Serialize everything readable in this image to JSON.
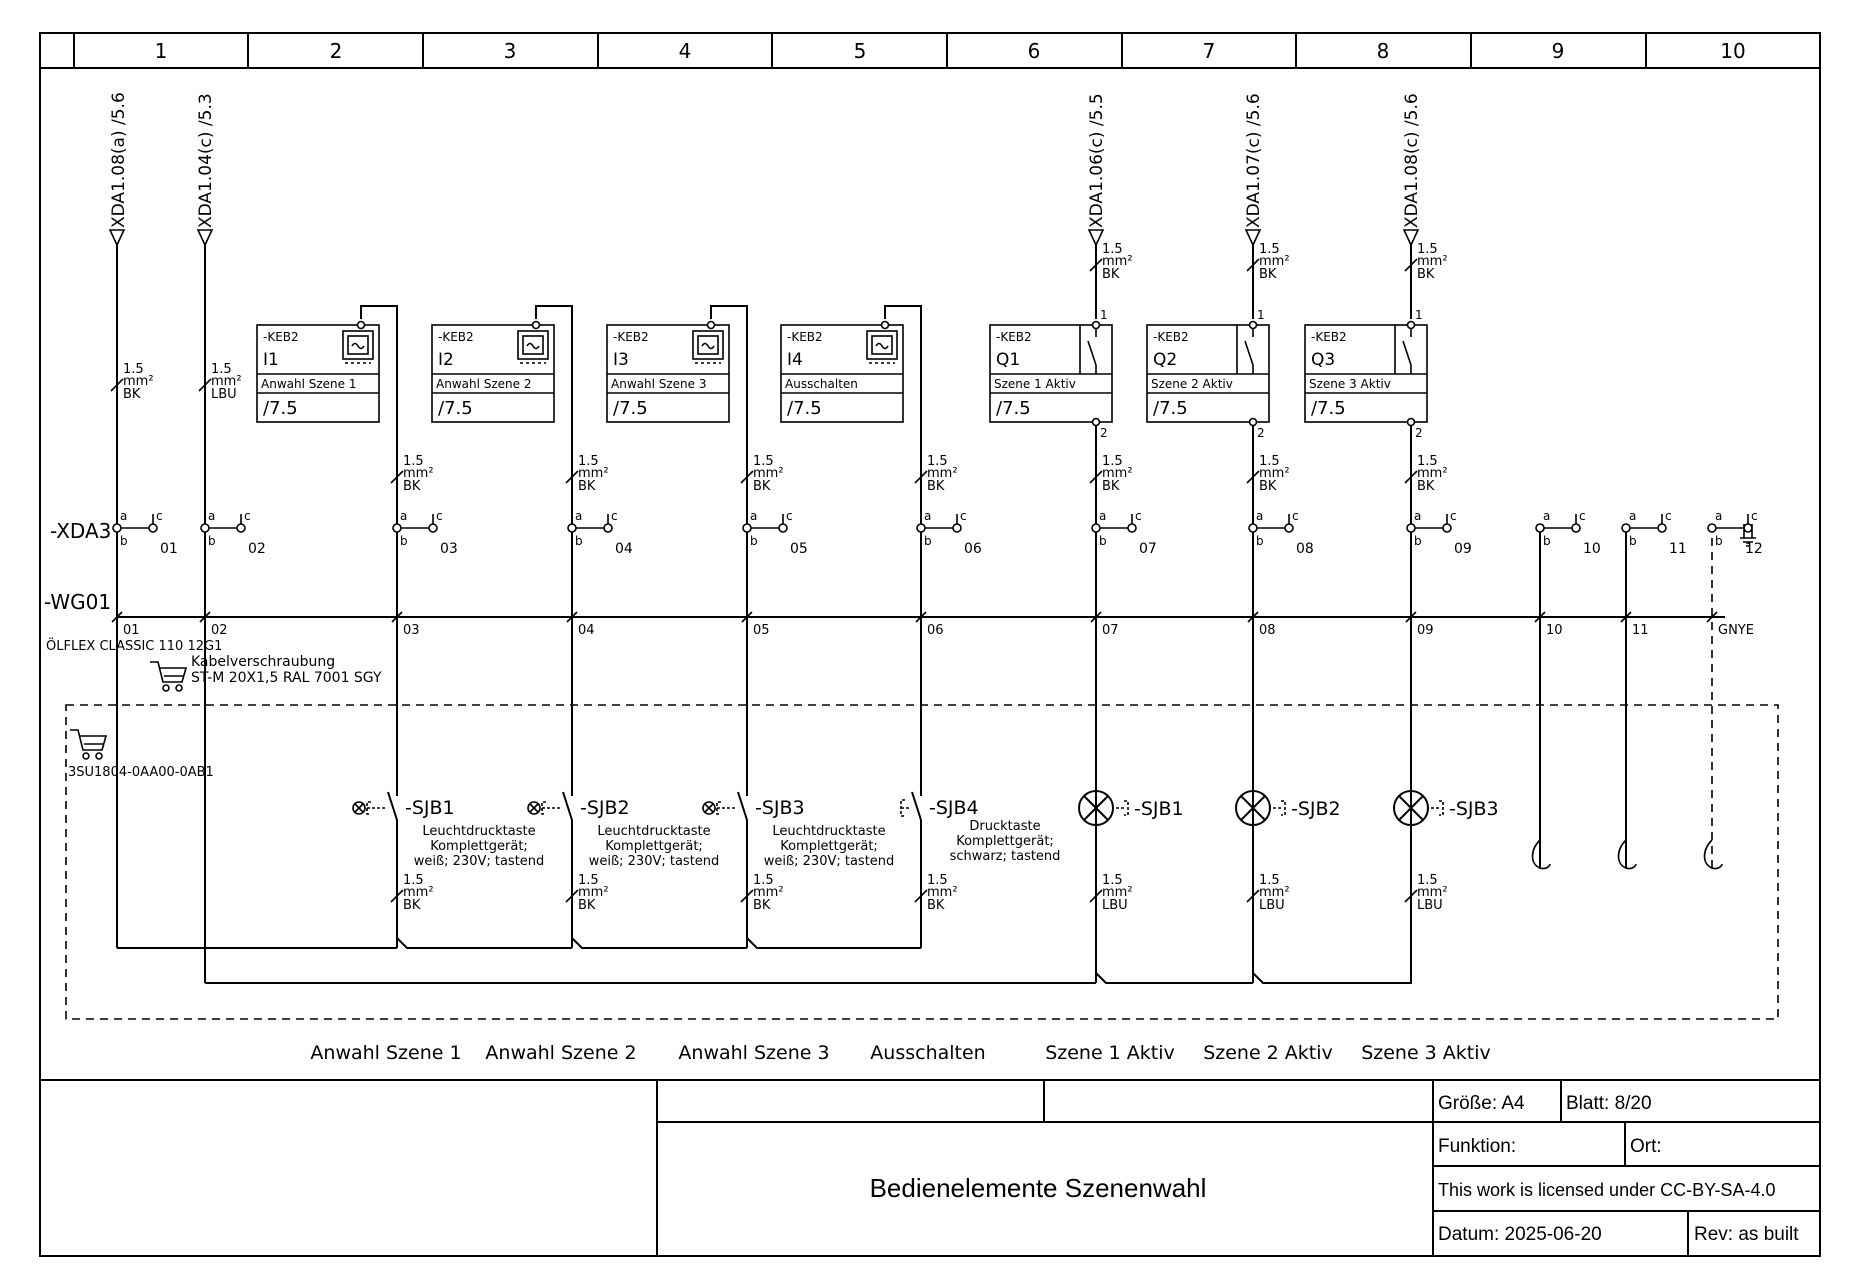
{
  "grid": {
    "columns": [
      "1",
      "2",
      "3",
      "4",
      "5",
      "6",
      "7",
      "8",
      "9",
      "10"
    ]
  },
  "top_refs": [
    {
      "label": "XDA1.08(a) /5.6"
    },
    {
      "label": "XDA1.04(c) /5.3"
    },
    {
      "label": "XDA1.06(c) /5.5"
    },
    {
      "label": "XDA1.07(c) /5.6"
    },
    {
      "label": "XDA1.08(c) /5.6"
    }
  ],
  "wire_labels": {
    "bk": {
      "size": "1.5",
      "unit": "mm²",
      "color": "BK"
    },
    "lbu": {
      "size": "1.5",
      "unit": "mm²",
      "color": "LBU"
    }
  },
  "modules": [
    {
      "device": "-KEB2",
      "channel": "I1",
      "desc": "Anwahl Szene 1",
      "ref": "/7.5",
      "kind": "input"
    },
    {
      "device": "-KEB2",
      "channel": "I2",
      "desc": "Anwahl Szene 2",
      "ref": "/7.5",
      "kind": "input"
    },
    {
      "device": "-KEB2",
      "channel": "I3",
      "desc": "Anwahl Szene 3",
      "ref": "/7.5",
      "kind": "input"
    },
    {
      "device": "-KEB2",
      "channel": "I4",
      "desc": "Ausschalten",
      "ref": "/7.5",
      "kind": "input"
    },
    {
      "device": "-KEB2",
      "channel": "Q1",
      "desc": "Szene 1 Aktiv",
      "ref": "/7.5",
      "kind": "output"
    },
    {
      "device": "-KEB2",
      "channel": "Q2",
      "desc": "Szene 2 Aktiv",
      "ref": "/7.5",
      "kind": "output"
    },
    {
      "device": "-KEB2",
      "channel": "Q3",
      "desc": "Szene 3 Aktiv",
      "ref": "/7.5",
      "kind": "output"
    }
  ],
  "pin_labels": {
    "one": "1",
    "two": "2"
  },
  "terminal_strip": {
    "name": "-XDA3",
    "pin_a": "a",
    "pin_b": "b",
    "pin_c": "c",
    "numbers": [
      "01",
      "02",
      "03",
      "04",
      "05",
      "06",
      "07",
      "08",
      "09",
      "10",
      "11",
      "12"
    ]
  },
  "cable": {
    "name": "-WG01",
    "type": "ÖLFLEX CLASSIC 110 12G1",
    "cores": [
      "01",
      "02",
      "03",
      "04",
      "05",
      "06",
      "07",
      "08",
      "09",
      "10",
      "11",
      "GNYE"
    ],
    "gland_label": "Kabelverschraubung",
    "gland_part": "ST-M 20X1,5 RAL 7001 SGY"
  },
  "enclosure_part": "3SU1804-0AA00-0AB1",
  "buttons": [
    {
      "tag": "-SJB1",
      "line1": "Leuchtdrucktaste",
      "line2": "Komplettgerät;",
      "line3": "weiß; 230V; tastend"
    },
    {
      "tag": "-SJB2",
      "line1": "Leuchtdrucktaste",
      "line2": "Komplettgerät;",
      "line3": "weiß; 230V; tastend"
    },
    {
      "tag": "-SJB3",
      "line1": "Leuchtdrucktaste",
      "line2": "Komplettgerät;",
      "line3": "weiß; 230V; tastend"
    },
    {
      "tag": "-SJB4",
      "line1": "Drucktaste",
      "line2": "Komplettgerät;",
      "line3": "schwarz; tastend"
    }
  ],
  "lamps": [
    {
      "tag": "-SJB1"
    },
    {
      "tag": "-SJB2"
    },
    {
      "tag": "-SJB3"
    }
  ],
  "column_captions": [
    "Anwahl Szene 1",
    "Anwahl Szene 2",
    "Anwahl Szene 3",
    "Ausschalten",
    "Szene 1 Aktiv",
    "Szene 2 Aktiv",
    "Szene 3 Aktiv"
  ],
  "title_block": {
    "title": "Bedienelemente Szenenwahl",
    "size": "Größe: A4",
    "sheet": "Blatt: 8/20",
    "function": "Funktion:",
    "location": "Ort:",
    "license": "This work is licensed under CC-BY-SA-4.0",
    "date": "Datum: 2025-06-20",
    "rev": "Rev: as built"
  }
}
